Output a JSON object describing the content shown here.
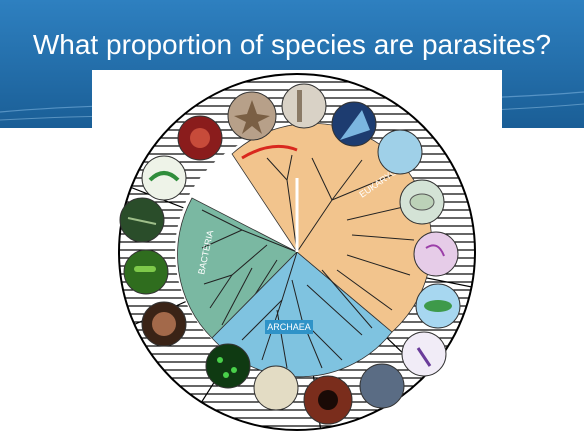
{
  "slide": {
    "title": "What proportion of species are parasites?"
  },
  "figure": {
    "domain_labels": [
      "BACTERIA",
      "ARCHAEA",
      "EUKARYOTA"
    ],
    "colors": {
      "header_top": "#2e80c0",
      "header_bottom": "#1a5e96",
      "bacteria": "#7ab8a2",
      "archaea": "#7fc3e0",
      "eukaryota": "#f2c48d",
      "red_branch": "#d9281e"
    }
  }
}
